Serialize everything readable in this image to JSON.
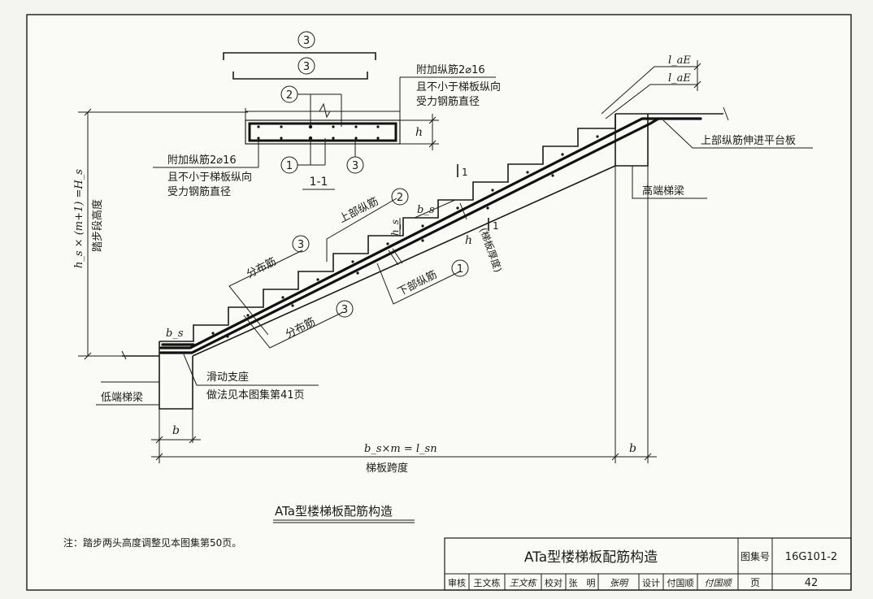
{
  "section": {
    "circle_top": "3",
    "circle_bottom": "3",
    "circle_2": "2",
    "circle_1": "1",
    "circle_3": "3",
    "h_label": "h",
    "section_label": "1-1",
    "right_note_line1": "附加纵筋2⌀16",
    "right_note_line2": "且不小于梯板纵向",
    "right_note_line3": "受力钢筋直径",
    "left_note_line1": "附加纵筋2⌀16",
    "left_note_line2": "且不小于梯板纵向",
    "left_note_line3": "受力钢筋直径"
  },
  "elevation": {
    "height_formula": "h_s × (m+1) =H_s",
    "height_label": "踏步段高度",
    "lae_1": "l_aE",
    "lae_2": "l_aE",
    "top_rebar_into_slab": "上部纵筋伸进平台板",
    "high_beam": "高端梯梁",
    "low_beam": "低端梯梁",
    "top_longitudinal": "上部纵筋",
    "top_longitudinal_num": "2",
    "bottom_longitudinal": "下部纵筋",
    "bottom_longitudinal_num": "1",
    "distribution_upper": "分布筋",
    "distribution_upper_num": "3",
    "distribution_lower": "分布筋",
    "distribution_lower_num": "3",
    "bs_top": "b_s",
    "bs_left": "b_s",
    "hs": "h_s",
    "thickness_h": "h",
    "thickness_note": "(梯板厚度)",
    "cut_mark_1": "1",
    "cut_mark_2": "1",
    "sliding_support_1": "滑动支座",
    "sliding_support_2": "做法见本图集第41页",
    "b_left": "b",
    "b_right": "b",
    "span_formula": "b_s×m = l_sn",
    "span_label": "梯板跨度"
  },
  "drawing_title": "ATa型楼梯板配筋构造",
  "note": "注：踏步两头高度调整见本图集第50页。",
  "title_block": {
    "title": "ATa型楼梯板配筋构造",
    "atlas_label": "图集号",
    "atlas_no": "16G101-2",
    "review_label": "审核",
    "reviewer": "王文栋",
    "reviewer_sig": "王文栋",
    "check_label": "校对",
    "checker": "张　明",
    "checker_sig": "张明",
    "design_label": "设计",
    "designer": "付国顺",
    "designer_sig": "付国顺",
    "page_label": "页",
    "page_no": "42"
  }
}
